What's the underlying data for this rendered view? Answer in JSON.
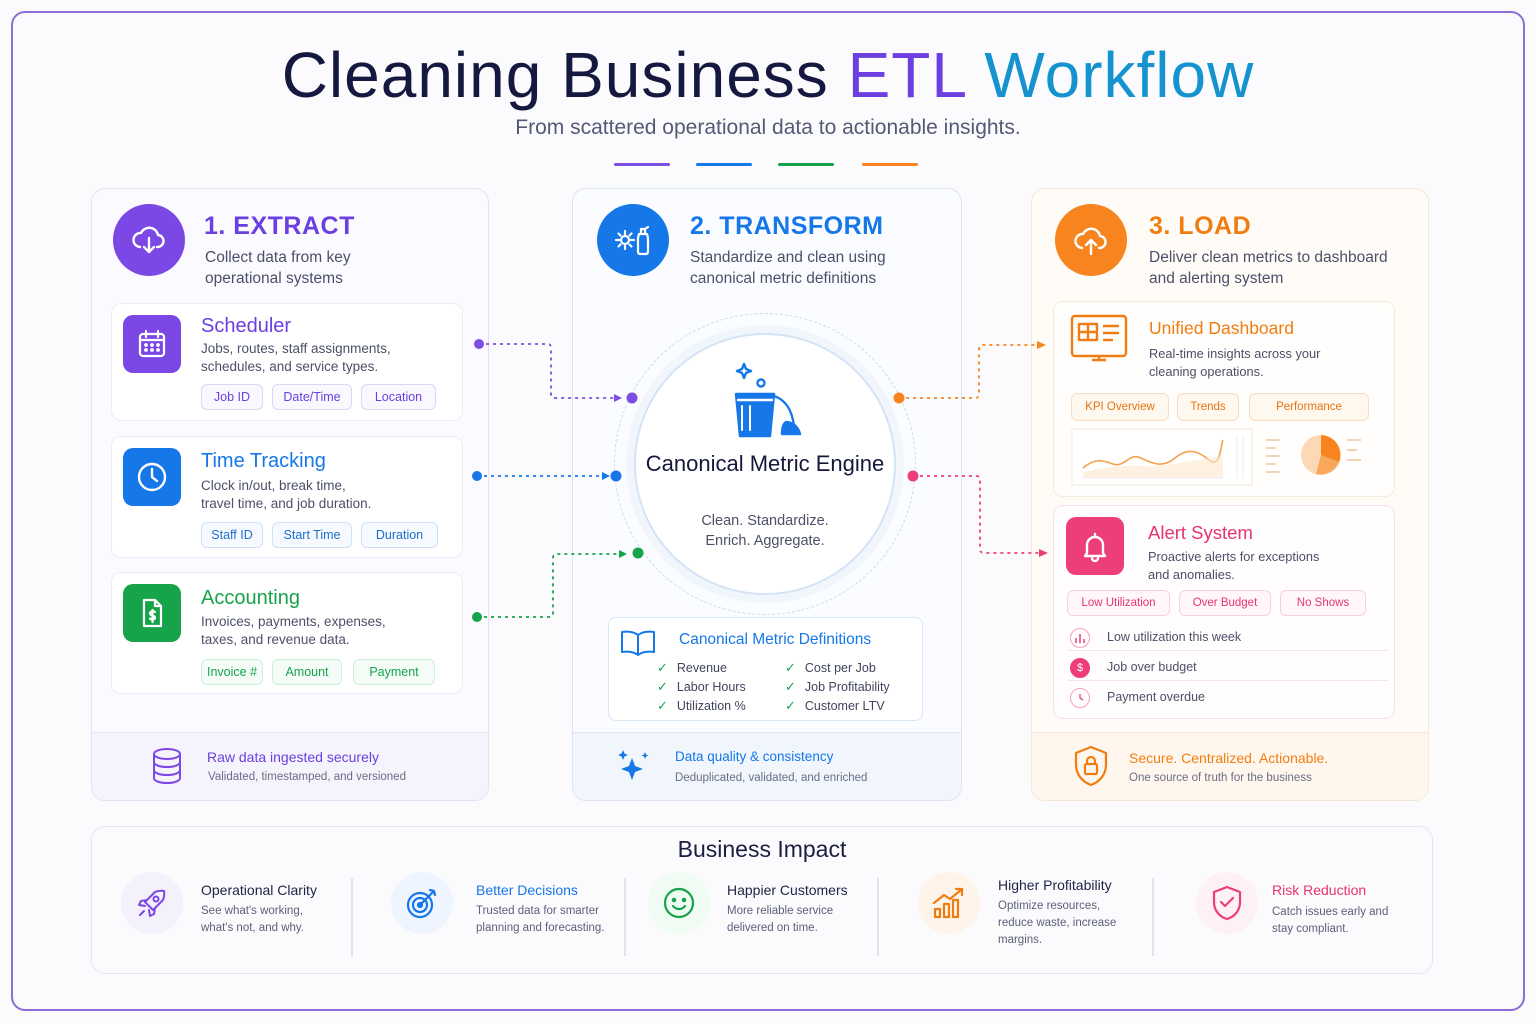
{
  "title": {
    "part1": "Cleaning  Business ",
    "part2": "ETL ",
    "part3": "Workflow"
  },
  "subtitle": "From scattered operational data to actionable insights.",
  "colors": {
    "purple": "#6b3fe0",
    "blue": "#1677e8",
    "green": "#16a34a",
    "orange": "#f7841e",
    "pink": "#ec3f79"
  },
  "extract": {
    "title": "1. EXTRACT",
    "desc": "Collect data from key operational systems",
    "icon": "cloud-download-icon",
    "cards": [
      {
        "title": "Scheduler",
        "desc": "Jobs, routes, staff assignments, schedules, and service types.",
        "icon": "calendar-icon",
        "chips": [
          "Job ID",
          "Date/Time",
          "Location"
        ]
      },
      {
        "title": "Time Tracking",
        "desc": "Clock in/out, break time, travel time, and job duration.",
        "icon": "clock-icon",
        "chips": [
          "Staff ID",
          "Start Time",
          "Duration"
        ]
      },
      {
        "title": "Accounting",
        "desc": "Invoices, payments, expenses, taxes, and revenue data.",
        "icon": "invoice-dollar-icon",
        "chips": [
          "Invoice #",
          "Amount",
          "Payment"
        ]
      }
    ],
    "footer": {
      "title": "Raw data ingested securely",
      "sub": "Validated, timestamped, and versioned",
      "icon": "database-icon"
    }
  },
  "transform": {
    "title": "2. TRANSFORM",
    "desc": "Standardize and clean using canonical metric definitions",
    "icon": "gear-spray-icon",
    "engine": {
      "title": "Canonical Metric Engine",
      "sub": "Clean. Standardize. Enrich. Aggregate.",
      "icon": "cleaning-bucket-icon"
    },
    "definitions": {
      "title": "Canonical Metric Definitions",
      "icon": "open-book-icon",
      "left": [
        "Revenue",
        "Labor Hours",
        "Utilization %"
      ],
      "right": [
        "Cost per Job",
        "Job Profitability",
        "Customer LTV"
      ]
    },
    "footer": {
      "title": "Data quality & consistency",
      "sub": "Deduplicated, validated, and enriched",
      "icon": "sparkle-icon"
    }
  },
  "load": {
    "title": "3. LOAD",
    "desc": "Deliver clean metrics to dashboard and alerting system",
    "icon": "cloud-upload-icon",
    "dashboard": {
      "title": "Unified Dashboard",
      "desc": "Real-time insights across your cleaning operations.",
      "icon": "dashboard-layout-icon",
      "chips": [
        "KPI Overview",
        "Trends",
        "Performance"
      ]
    },
    "alerts": {
      "title": "Alert System",
      "desc": "Proactive alerts for exceptions and anomalies.",
      "icon": "bell-icon",
      "chips": [
        "Low Utilization",
        "Over Budget",
        "No Shows"
      ],
      "items": [
        {
          "text": "Low utilization this week",
          "icon": "bar-chart-icon"
        },
        {
          "text": "Job over budget",
          "icon": "dollar-icon"
        },
        {
          "text": "Payment overdue",
          "icon": "clock-icon"
        }
      ]
    },
    "footer": {
      "title": "Secure. Centralized. Actionable.",
      "sub": "One source of truth for the business",
      "icon": "shield-lock-icon"
    }
  },
  "impact": {
    "title": "Business Impact",
    "items": [
      {
        "title": "Operational Clarity",
        "desc": "See what's working, what's not, and why.",
        "icon": "rocket-icon"
      },
      {
        "title": "Better Decisions",
        "desc": "Trusted data for smarter planning and forecasting.",
        "icon": "target-icon"
      },
      {
        "title": "Happier Customers",
        "desc": "More reliable service delivered on time.",
        "icon": "smiley-icon"
      },
      {
        "title": "Higher Profitability",
        "desc": "Optimize resources, reduce waste, increase margins.",
        "icon": "growth-chart-icon"
      },
      {
        "title": "Risk Reduction",
        "desc": "Catch issues early and stay compliant.",
        "icon": "shield-check-icon"
      }
    ]
  }
}
